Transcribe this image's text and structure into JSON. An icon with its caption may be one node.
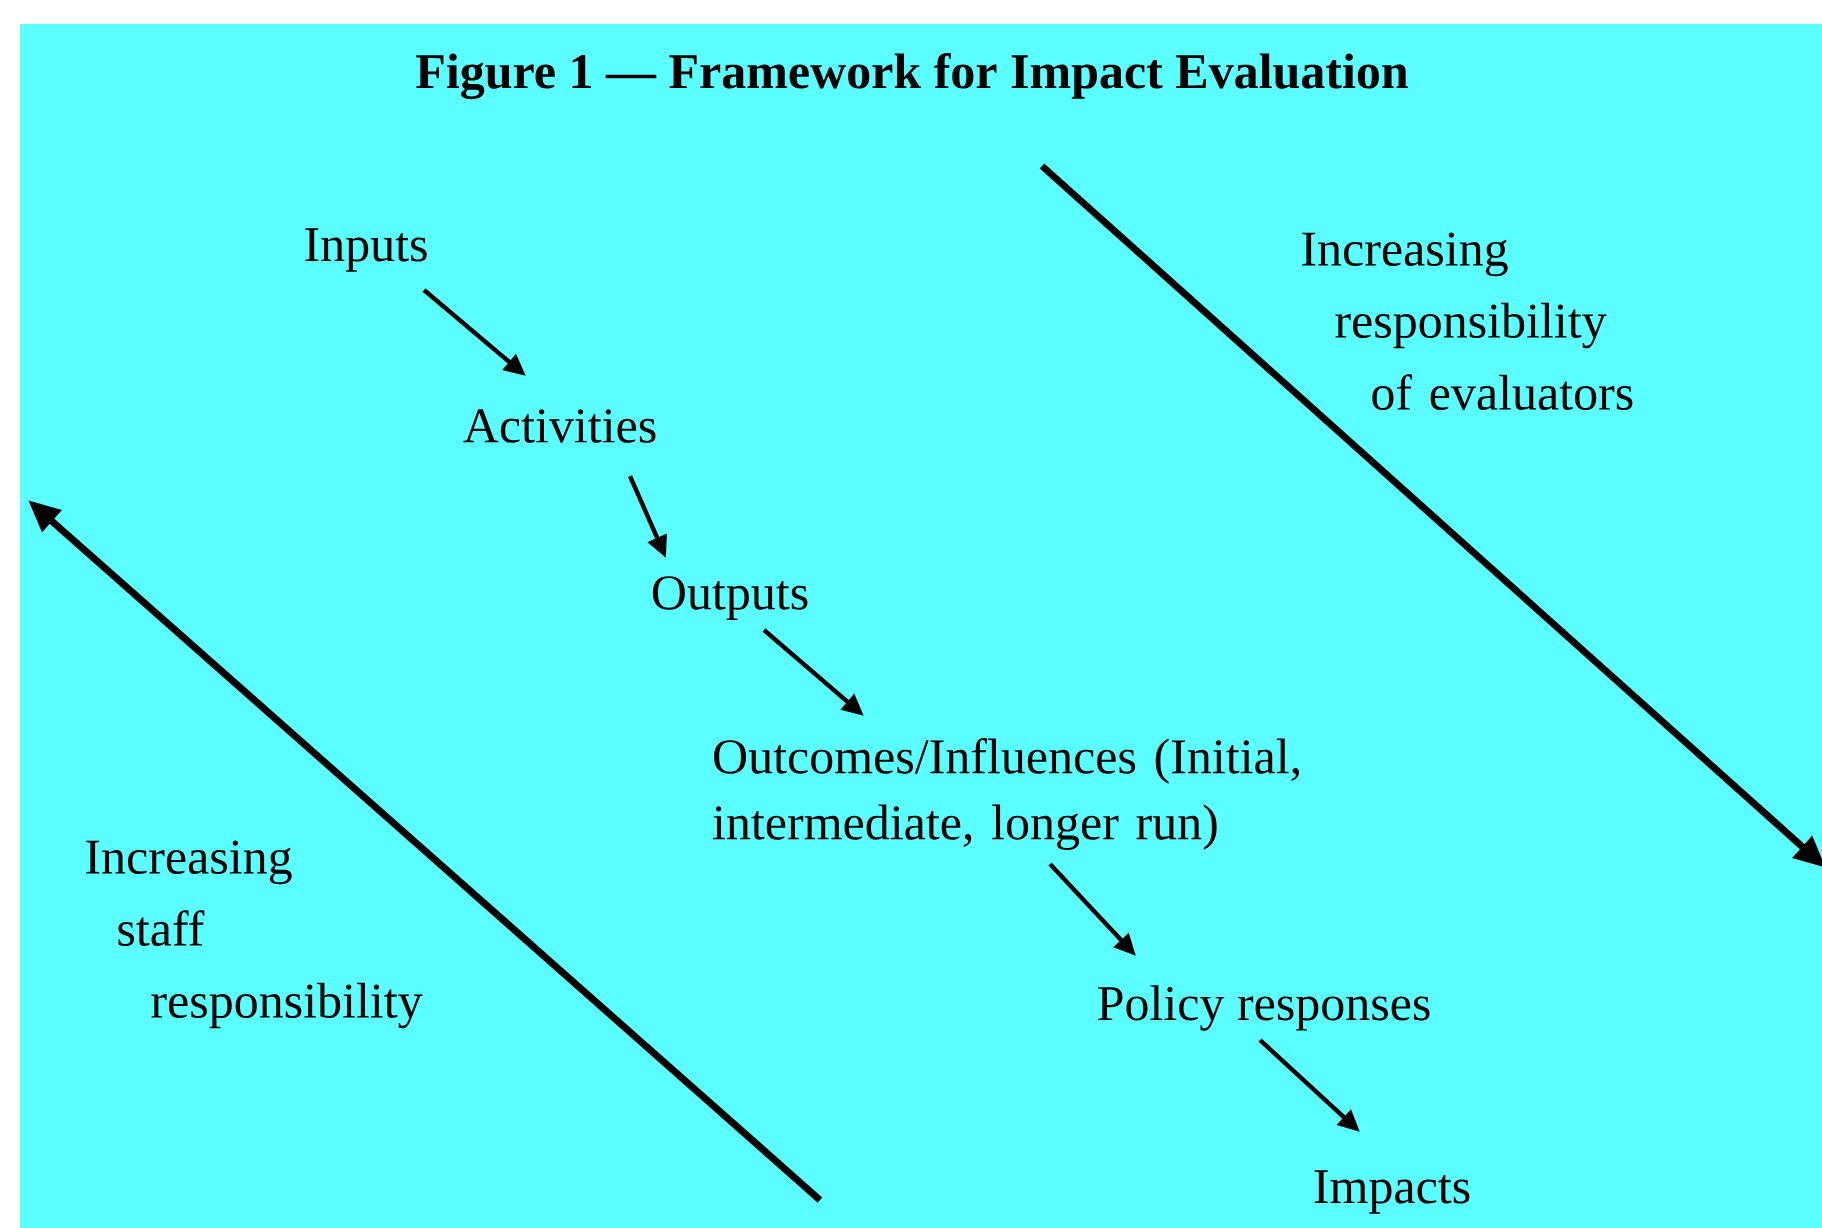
{
  "diagram": {
    "title": "Figure 1 — Framework for Impact Evaluation",
    "nodes": [
      {
        "text": [
          "Inputs"
        ]
      },
      {
        "text": [
          "Activities"
        ]
      },
      {
        "text": [
          "Outputs"
        ]
      },
      {
        "text": [
          "Outcomes/Influences (Initial, intermediate, longer run)"
        ]
      },
      {
        "text": [
          "Policy responses"
        ]
      },
      {
        "text": [
          "Impacts"
        ]
      }
    ],
    "edges": [
      {
        "from": 0,
        "to": 1,
        "arrow": "to"
      },
      {
        "from": 1,
        "to": 2,
        "arrow": "to"
      },
      {
        "from": 2,
        "to": 3,
        "arrow": "to"
      },
      {
        "from": 3,
        "to": 4,
        "arrow": "to"
      },
      {
        "from": 4,
        "to": 5,
        "arrow": "to"
      }
    ],
    "labels": [
      "Increasing responsibility of evaluators",
      "Increasing staff responsibility"
    ]
  }
}
